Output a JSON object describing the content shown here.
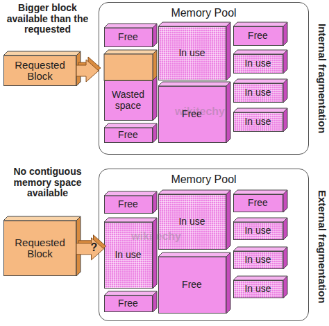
{
  "diagram": {
    "nodes": [
      {
        "text": [
          "Memory Pool"
        ]
      },
      {
        "text": [
          "Free"
        ],
        "in": 0
      },
      {
        "text": [
          "In use"
        ],
        "in": 0
      },
      {
        "text": [
          "Free"
        ],
        "in": 0
      },
      {
        "text": [
          "In use"
        ],
        "in": 0
      },
      {
        "text": [
          "Wasted space"
        ],
        "in": 0
      },
      {
        "text": [
          "Free"
        ],
        "in": 0
      },
      {
        "text": [
          "In use"
        ],
        "in": 0
      },
      {
        "text": [
          "In use"
        ],
        "in": 0
      },
      {
        "text": [
          "Free"
        ],
        "in": 0
      },
      {
        "text": [
          "Requested Block"
        ]
      },
      {
        "text": [
          "Memory Pool"
        ]
      },
      {
        "text": [
          "Free"
        ],
        "in": 11
      },
      {
        "text": [
          "In use"
        ],
        "in": 11
      },
      {
        "text": [
          "Free"
        ],
        "in": 11
      },
      {
        "text": [
          "In use"
        ],
        "in": 11
      },
      {
        "text": [
          "In use"
        ],
        "in": 11
      },
      {
        "text": [
          "In use"
        ],
        "in": 11
      },
      {
        "text": [
          "Free"
        ],
        "in": 11
      },
      {
        "text": [
          "In use"
        ],
        "in": 11
      },
      {
        "text": [
          "Free"
        ],
        "in": 11
      },
      {
        "text": [
          "Requested Block"
        ]
      }
    ],
    "edges": [
      {
        "from": 10,
        "to": 0,
        "arrow": "to"
      },
      {
        "from": 21,
        "to": 16,
        "label": "?",
        "arrow": "to"
      }
    ],
    "labels": [
      "Bigger block available than the requested",
      "Internal fragmentation",
      "wikitechy",
      "No contiguous memory space available",
      "External fragmentation",
      "wikitechy"
    ]
  }
}
